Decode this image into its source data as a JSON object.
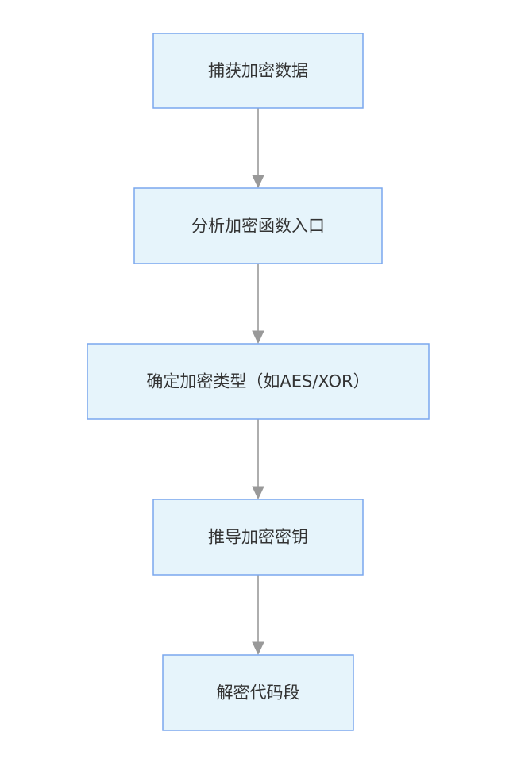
{
  "diagram": {
    "type": "flowchart",
    "direction": "top-to-bottom",
    "colors": {
      "node_fill": "#e6f4fb",
      "node_stroke": "#7aa7ee",
      "edge": "#999999",
      "text": "#333333",
      "background": "#ffffff"
    },
    "nodes": [
      {
        "id": "capture",
        "label": "捕获加密数据"
      },
      {
        "id": "analyze",
        "label": "分析加密函数入口"
      },
      {
        "id": "identify",
        "label": "确定加密类型（如AES/XOR）"
      },
      {
        "id": "derive",
        "label": "推导加密密钥"
      },
      {
        "id": "decrypt",
        "label": "解密代码段"
      }
    ],
    "edges": [
      {
        "from": "capture",
        "to": "analyze"
      },
      {
        "from": "analyze",
        "to": "identify"
      },
      {
        "from": "identify",
        "to": "derive"
      },
      {
        "from": "derive",
        "to": "decrypt"
      }
    ]
  }
}
